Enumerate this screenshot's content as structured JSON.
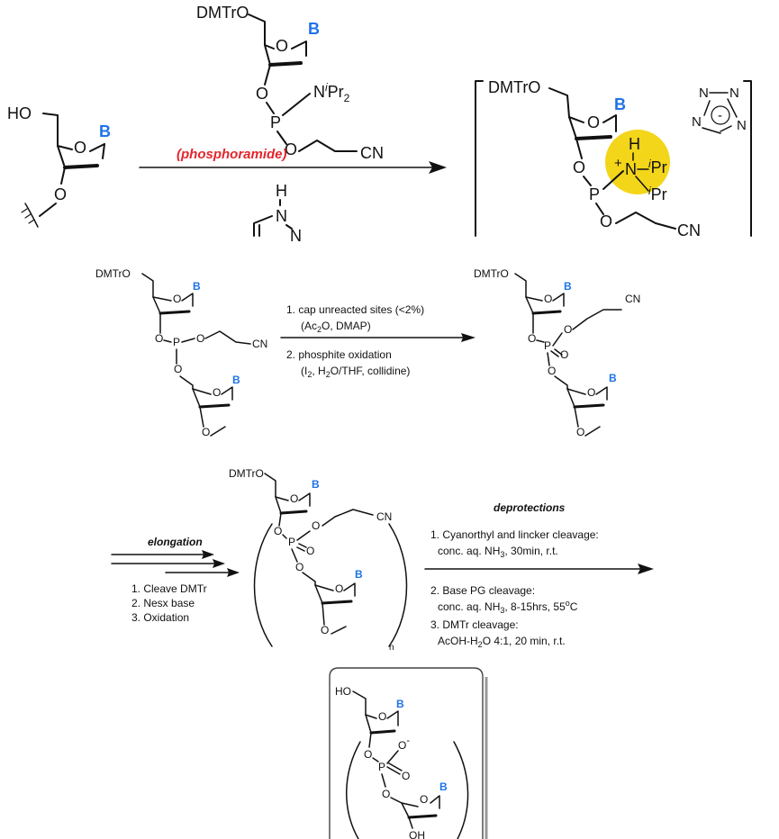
{
  "colors": {
    "nucleobase": "#1e73e8",
    "reagent_label": "#e3262c",
    "highlight": "#f3d51a",
    "ink": "#111111"
  },
  "top": {
    "start_material": {
      "ho": "HO",
      "base": "B",
      "ring_o": "O",
      "link_o": "O"
    },
    "reagent": {
      "dmtro": "DMTrO",
      "base": "B",
      "ring_o": "O",
      "o_p": "O",
      "p": "P",
      "n": "N",
      "n_sup": "i",
      "n_rest": "Pr",
      "n_sub": "2",
      "o_ce": "O",
      "cn": "CN"
    },
    "reagent_label": "(phosphoramide)",
    "activator": {
      "h": "H",
      "n": "N",
      "n2": "N"
    },
    "intermediate": {
      "dmtro": "DMTrO",
      "base": "B",
      "ring_o": "O",
      "o_p": "O",
      "p": "P",
      "plus": "+",
      "h": "H",
      "n": "N",
      "pr_sup1": "i",
      "pr1": "Pr",
      "pr_sup2": "i",
      "pr2": "Pr",
      "o_ce": "O",
      "cn": "CN",
      "tetrazolide": {
        "n1": "N",
        "n2": "N",
        "n3": "N",
        "n4": "N",
        "charge": "-"
      }
    }
  },
  "middle": {
    "left": {
      "dmtro": "DMTrO",
      "base1": "B",
      "ring_o1": "O",
      "o_a": "O",
      "p": "P",
      "o_ce": "O",
      "cn": "CN",
      "o_b": "O",
      "base2": "B",
      "ring_o2": "O",
      "o_end": "O"
    },
    "steps": [
      {
        "text": "1. cap unreacted sites (<2%)"
      },
      {
        "text": "(Ac",
        "sub": "2",
        "rest": "O, DMAP)"
      },
      {
        "text": "2. phosphite oxidation"
      },
      {
        "text": "(I",
        "sub": "2",
        "rest": ", H",
        "sub2": "2",
        "rest2": "O/THF, collidine)"
      }
    ],
    "right": {
      "dmtro": "DMTrO",
      "base1": "B",
      "ring_o1": "O",
      "o_a": "O",
      "p": "P",
      "o_dbl": "O",
      "o_ce": "O",
      "cn": "CN",
      "o_b": "O",
      "base2": "B",
      "ring_o2": "O",
      "o_end": "O"
    }
  },
  "lower": {
    "elongation_title": "elongation",
    "elongation_steps": [
      "1. Cleave DMTr",
      "2. Nesx base",
      "3. Oxidation"
    ],
    "repeat": {
      "dmtro": "DMTrO",
      "base1": "B",
      "ring_o1": "O",
      "o_a": "O",
      "p": "P",
      "o_dbl": "O",
      "o_ce": "O",
      "cn": "CN",
      "o_b": "O",
      "base2": "B",
      "ring_o2": "O",
      "o_end": "O",
      "subscript_n": "n"
    },
    "deprotections_title": "deprotections",
    "dep_step1_line1": "1. Cyanorthyl and lincker cleavage:",
    "dep_step1_line2": {
      "text": "conc. aq. NH",
      "sub": "3",
      "rest": ", 30min, r.t."
    },
    "dep_step2_line1": "2. Base PG cleavage:",
    "dep_step2_line2": {
      "text": "conc. aq. NH",
      "sub": "3",
      "rest": ", 8-15hrs, 55",
      "sup": "o",
      "rest2": "C"
    },
    "dep_step3_line1": "3. DMTr cleavage:",
    "dep_step3_line2": {
      "text": "AcOH-H",
      "sub": "2",
      "rest": "O 4:1, 20 min, r.t."
    }
  },
  "product": {
    "ho": "HO",
    "base1": "B",
    "ring_o1": "O",
    "o_a": "O",
    "p": "P",
    "o_minus": "O",
    "minus": "-",
    "o_dbl": "O",
    "o_b": "O",
    "base2": "B",
    "ring_o2": "O",
    "oh": "OH"
  }
}
